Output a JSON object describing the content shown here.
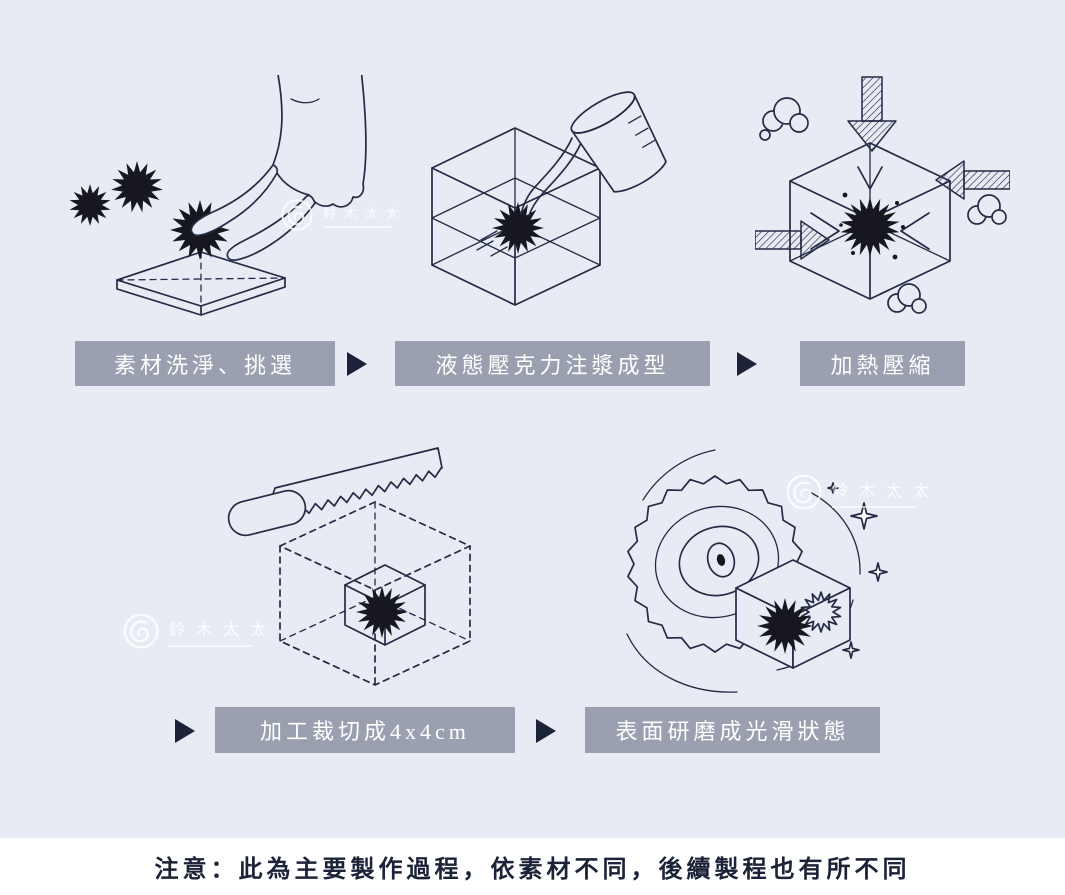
{
  "colors": {
    "background": "#e9ebf4",
    "ink": "#232b45",
    "spike": "#17181f",
    "label_bg": "#9aa0af",
    "label_text": "#ffffff",
    "arrow": "#1c2338",
    "footer_bg": "#ffffff",
    "footer_text": "#1c2338",
    "watermark": "#ffffff"
  },
  "steps": [
    {
      "label": "素材洗淨、挑選",
      "icon": "hand-picking-materials-icon"
    },
    {
      "label": "液態壓克力注漿成型",
      "icon": "acrylic-pouring-icon"
    },
    {
      "label": "加熱壓縮",
      "icon": "heat-compression-icon"
    },
    {
      "label": "加工裁切成4x4cm",
      "icon": "saw-cutting-icon"
    },
    {
      "label": "表面研磨成光滑狀態",
      "icon": "surface-polishing-icon"
    }
  ],
  "watermark": {
    "brand": "鈴木太太"
  },
  "footer": {
    "notice": "注意：此為主要製作過程，依素材不同，後續製程也有所不同"
  }
}
